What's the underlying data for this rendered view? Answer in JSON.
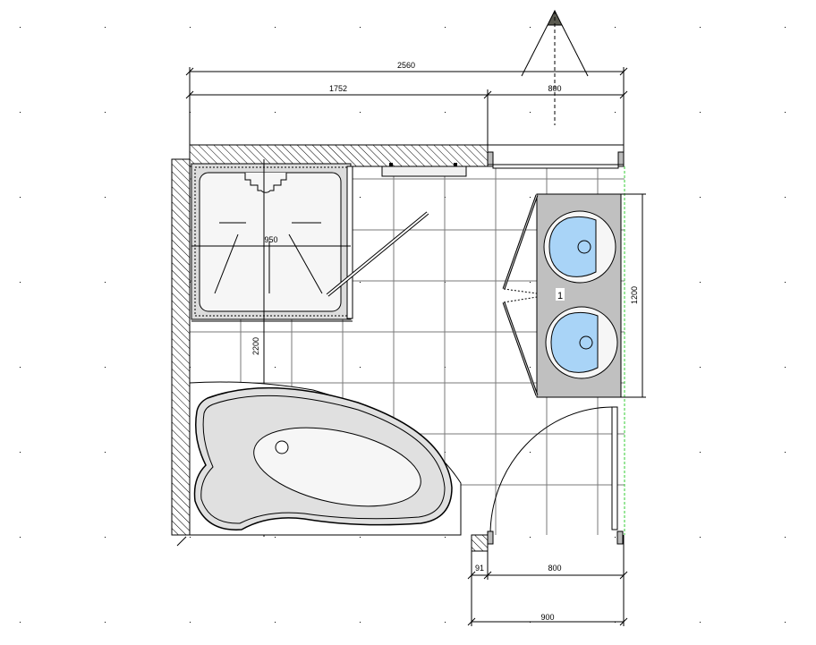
{
  "dimensions": {
    "total_width": "2560",
    "left_segment": "1752",
    "window_width": "800",
    "shower_width": "950",
    "room_depth": "2200",
    "vanity_length": "1200",
    "door_offset": "91",
    "door_width": "800",
    "door_opening_total": "900"
  },
  "labels": {
    "vanity_tag": "1"
  },
  "colors": {
    "sink_basin": "#a9d4f7",
    "vanity": "#c0c0c0",
    "wall_hatch": "#000000",
    "guide_line": "#33cc33",
    "camera": "#5a5a50"
  }
}
